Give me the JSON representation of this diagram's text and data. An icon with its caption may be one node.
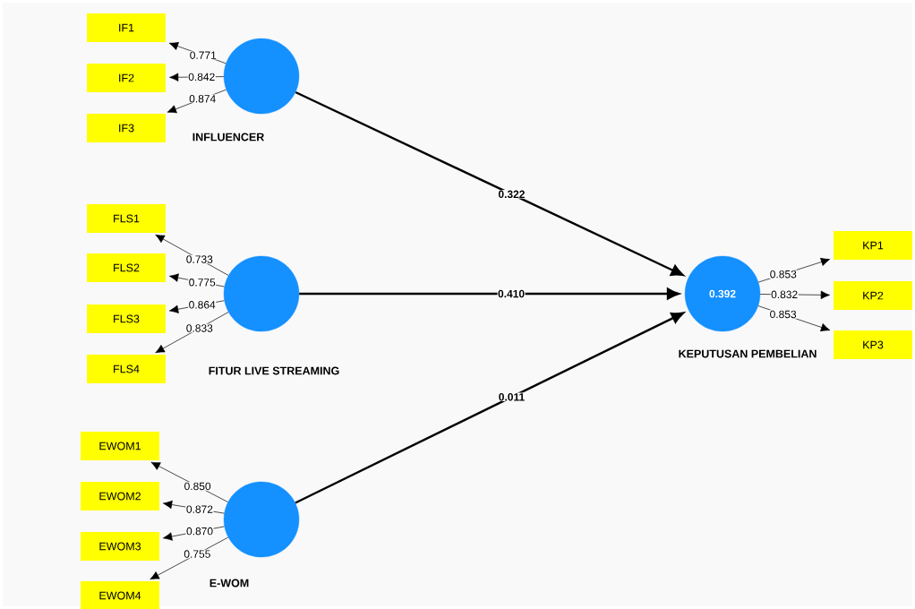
{
  "diagram": {
    "nodes": [
      {
        "text": [
          "INFLUENCER"
        ]
      },
      {
        "text": [
          "FITUR LIVE STREAMING"
        ]
      },
      {
        "text": [
          "E-WOM"
        ]
      },
      {
        "text": [
          "0.392",
          "KEPUTUSAN PEMBELIAN"
        ]
      },
      {
        "text": [
          "IF1"
        ]
      },
      {
        "text": [
          "IF2"
        ]
      },
      {
        "text": [
          "IF3"
        ]
      },
      {
        "text": [
          "FLS1"
        ]
      },
      {
        "text": [
          "FLS2"
        ]
      },
      {
        "text": [
          "FLS3"
        ]
      },
      {
        "text": [
          "FLS4"
        ]
      },
      {
        "text": [
          "EWOM1"
        ]
      },
      {
        "text": [
          "EWOM2"
        ]
      },
      {
        "text": [
          "EWOM3"
        ]
      },
      {
        "text": [
          "EWOM4"
        ]
      },
      {
        "text": [
          "KP1"
        ]
      },
      {
        "text": [
          "KP2"
        ]
      },
      {
        "text": [
          "KP3"
        ]
      }
    ],
    "edges": [
      {
        "from": 0,
        "to": 4,
        "arrow": "to",
        "label": "0.771"
      },
      {
        "from": 0,
        "to": 5,
        "arrow": "to",
        "label": "0.842"
      },
      {
        "from": 0,
        "to": 6,
        "arrow": "to",
        "label": "0.874"
      },
      {
        "from": 1,
        "to": 7,
        "arrow": "to",
        "label": "0.733"
      },
      {
        "from": 1,
        "to": 8,
        "arrow": "to",
        "label": "0.775"
      },
      {
        "from": 1,
        "to": 9,
        "arrow": "to",
        "label": "0.864"
      },
      {
        "from": 1,
        "to": 10,
        "arrow": "to",
        "label": "0.833"
      },
      {
        "from": 2,
        "to": 11,
        "arrow": "to",
        "label": "0.850"
      },
      {
        "from": 2,
        "to": 12,
        "arrow": "to",
        "label": "0.872"
      },
      {
        "from": 2,
        "to": 13,
        "arrow": "to",
        "label": "0.870"
      },
      {
        "from": 2,
        "to": 14,
        "arrow": "to",
        "label": "0.755"
      },
      {
        "from": 3,
        "to": 15,
        "arrow": "to",
        "label": "0.853"
      },
      {
        "from": 3,
        "to": 16,
        "arrow": "to",
        "label": "0.832"
      },
      {
        "from": 3,
        "to": 17,
        "arrow": "to",
        "label": "0.853"
      },
      {
        "from": 0,
        "to": 3,
        "arrow": "to",
        "label": "0.322",
        "style": "thick"
      },
      {
        "from": 1,
        "to": 3,
        "arrow": "to",
        "label": "0.410",
        "style": "thick"
      },
      {
        "from": 2,
        "to": 3,
        "arrow": "to",
        "label": "0.011",
        "style": "thick"
      }
    ]
  }
}
